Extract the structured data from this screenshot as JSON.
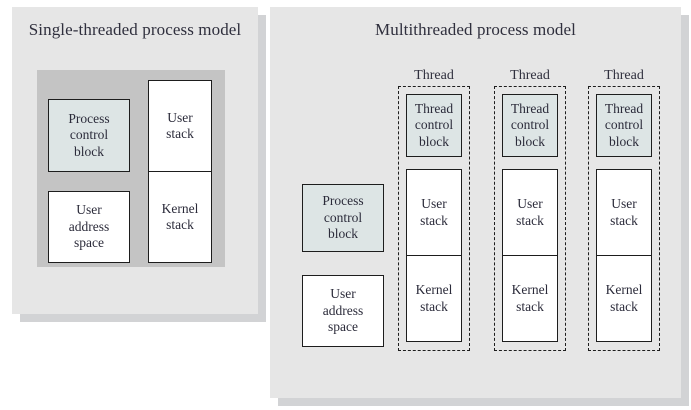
{
  "figure": {
    "background": "#ffffff",
    "panel_bg": "#e6e6e6",
    "panel_shadow": "#d2d3d5",
    "platform_bg": "#c4c4c4",
    "tinted_box_bg": "#dde5e5",
    "box_border": "#1d1d1d",
    "text_color": "#2b2b3a"
  },
  "left_panel": {
    "title_line1": "Single-threaded",
    "title_line2": "process model",
    "process_control_block": {
      "line1": "Process",
      "line2": "control",
      "line3": "block"
    },
    "user_address_space": {
      "line1": "User",
      "line2": "address",
      "line3": "space"
    },
    "user_stack": {
      "line1": "User",
      "line2": "stack"
    },
    "kernel_stack": {
      "line1": "Kernel",
      "line2": "stack"
    }
  },
  "right_panel": {
    "title_line1": "Multithreaded",
    "title_line2": "process model",
    "process_control_block": {
      "line1": "Process",
      "line2": "control",
      "line3": "block"
    },
    "user_address_space": {
      "line1": "User",
      "line2": "address",
      "line3": "space"
    },
    "threads": [
      {
        "label": "Thread",
        "thread_control_block": {
          "line1": "Thread",
          "line2": "control",
          "line3": "block"
        },
        "user_stack": {
          "line1": "User",
          "line2": "stack"
        },
        "kernel_stack": {
          "line1": "Kernel",
          "line2": "stack"
        }
      },
      {
        "label": "Thread",
        "thread_control_block": {
          "line1": "Thread",
          "line2": "control",
          "line3": "block"
        },
        "user_stack": {
          "line1": "User",
          "line2": "stack"
        },
        "kernel_stack": {
          "line1": "Kernel",
          "line2": "stack"
        }
      },
      {
        "label": "Thread",
        "thread_control_block": {
          "line1": "Thread",
          "line2": "control",
          "line3": "block"
        },
        "user_stack": {
          "line1": "User",
          "line2": "stack"
        },
        "kernel_stack": {
          "line1": "Kernel",
          "line2": "stack"
        }
      }
    ]
  }
}
